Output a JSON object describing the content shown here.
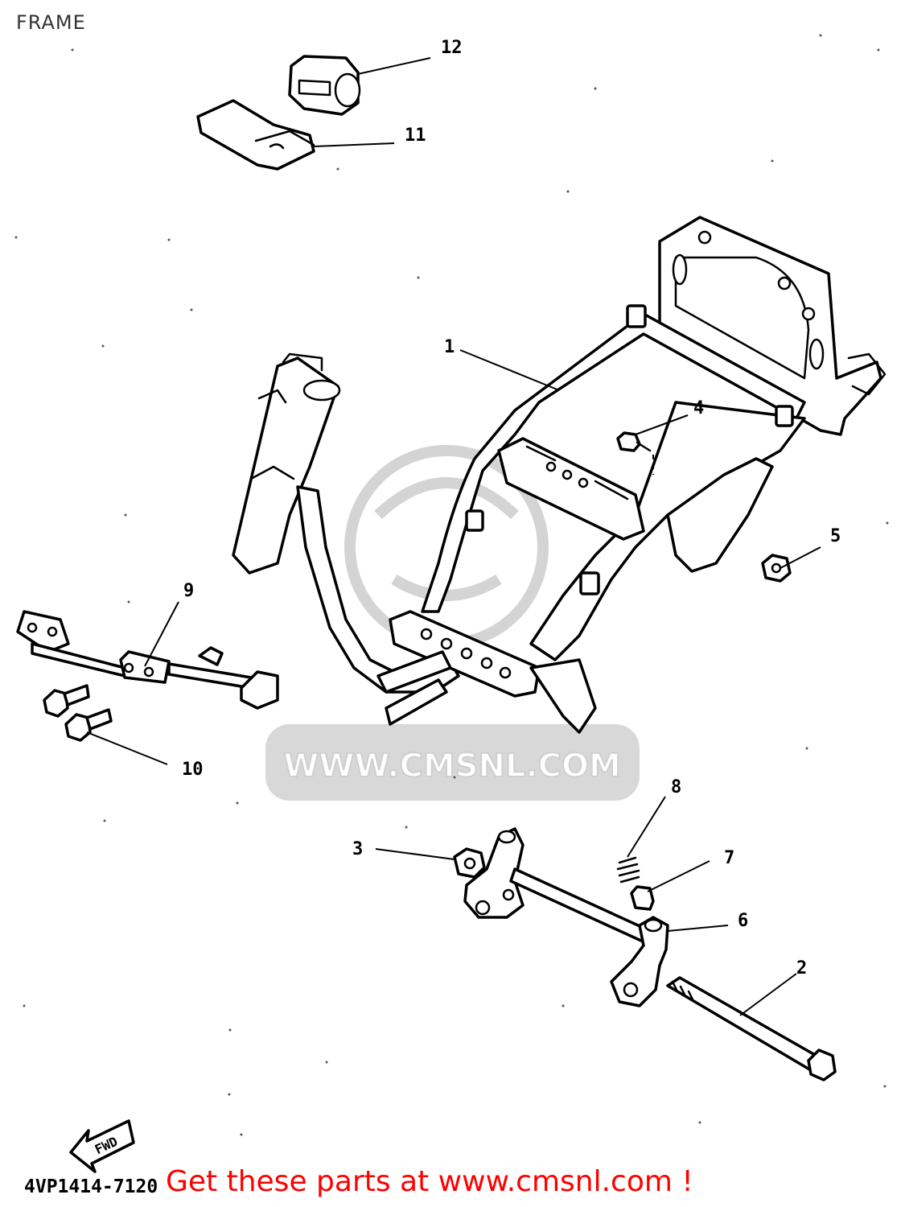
{
  "header": {
    "title": "FRAME"
  },
  "diagram": {
    "code": "4VP1414-7120",
    "direction_marker": "FWD",
    "watermark": "WWW.CMSNL.COM",
    "callouts": [
      "1",
      "2",
      "3",
      "4",
      "5",
      "6",
      "7",
      "8",
      "9",
      "10",
      "11",
      "12"
    ]
  },
  "footer": {
    "promo_text": "Get these parts at www.cmsnl.com !"
  },
  "colors": {
    "promo": "#ff0000",
    "linework": "#000000",
    "watermark": "#d4d4d4"
  }
}
